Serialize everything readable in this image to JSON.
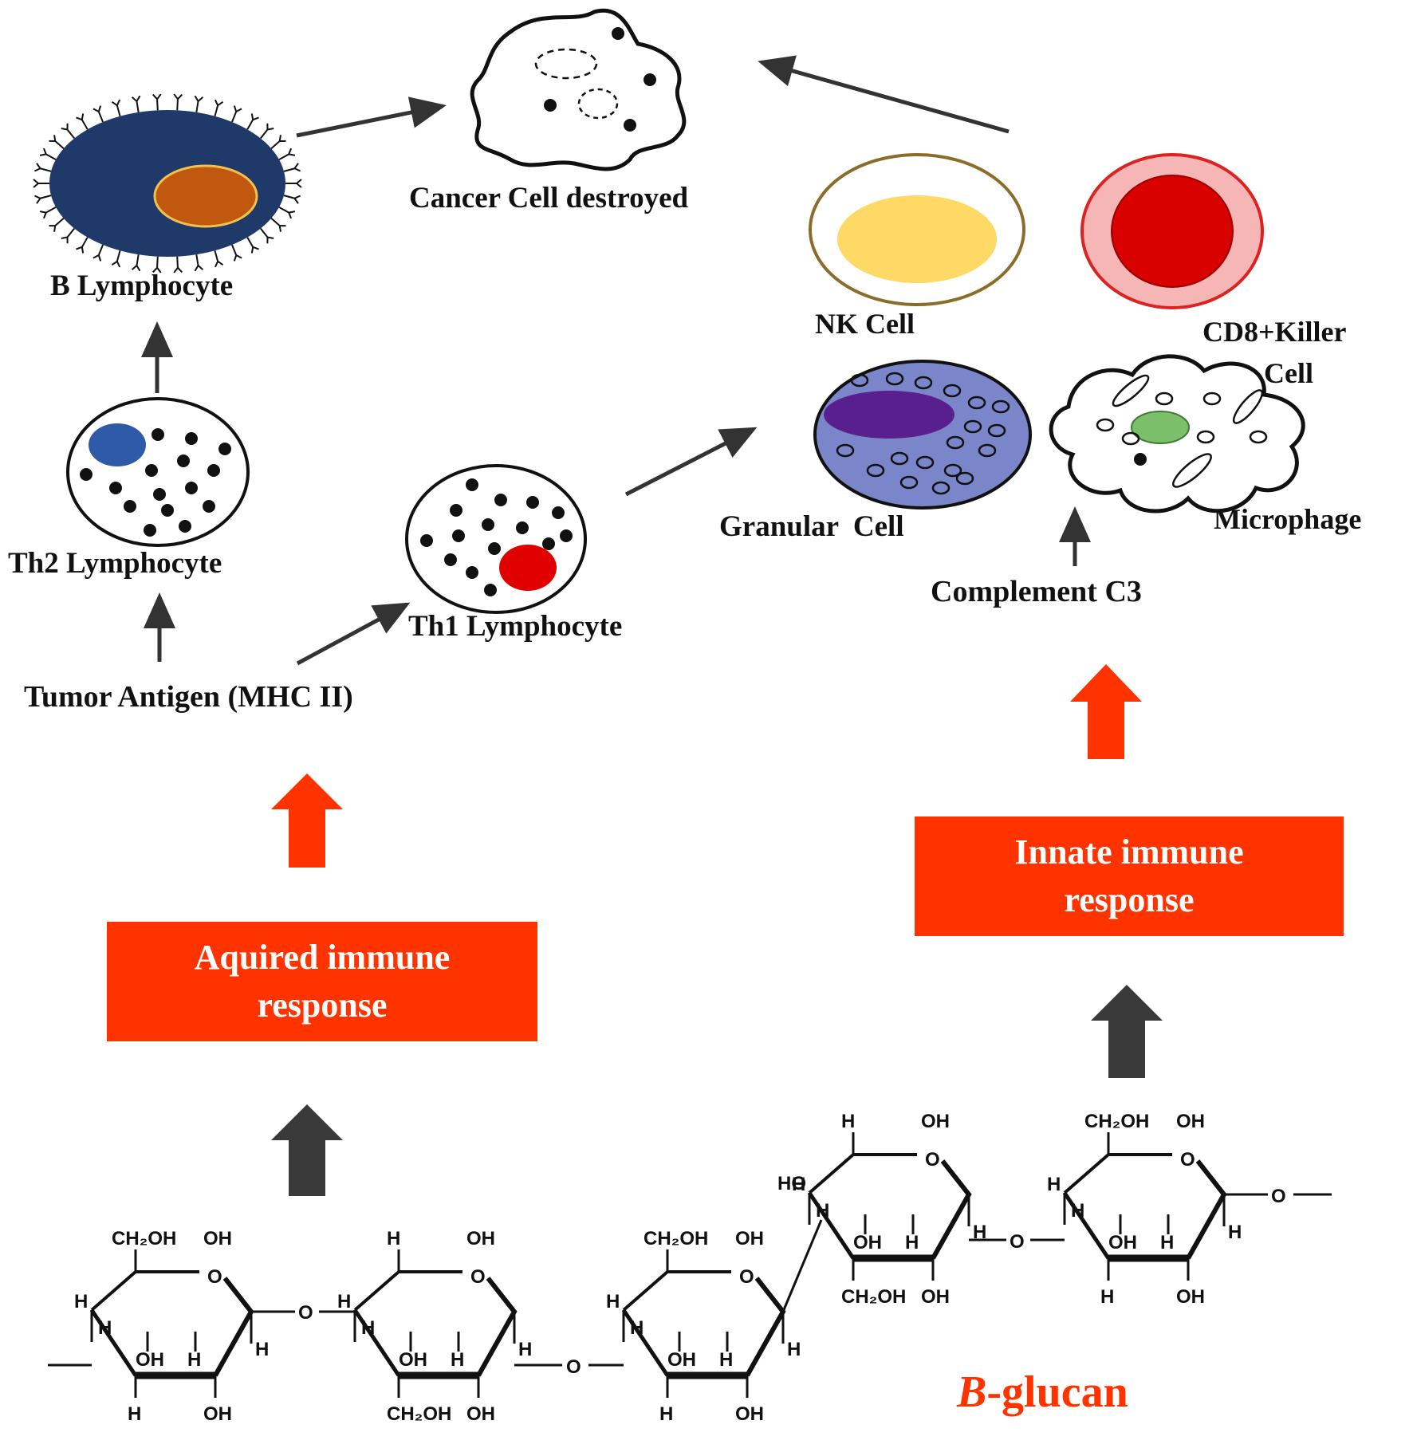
{
  "labels": {
    "cancer": "Cancer Cell destroyed",
    "b_lymph": "B Lymphocyte",
    "th2": "Th2 Lymphocyte",
    "th1": "Th1 Lymphocyte",
    "tumor": "Tumor Antigen (MHC II)",
    "nk": "NK Cell",
    "cd8_line1": "CD8+Killer",
    "cd8_line2": "Cell",
    "granular": "Granular  Cell",
    "macrophage": "Microphage",
    "complement": "Complement C3"
  },
  "boxes": {
    "acquired_line1": "Aquired immune",
    "acquired_line2": "response",
    "innate_line1": "Innate immune",
    "innate_line2": "response"
  },
  "glucan": {
    "prefix": "B",
    "suffix": "-glucan"
  },
  "chem": {
    "ch2oh": "CH₂OH",
    "oh": "OH",
    "ho": "HO",
    "h": "H",
    "o": "O"
  },
  "colors": {
    "accent": "#ff3300",
    "dark_arrow": "#3a3a3a",
    "b_cell": "#1f3a68",
    "b_nucleus": "#c0580f",
    "nk_nucleus": "#ffd966",
    "cd8_nucleus": "#d90000",
    "granular_fill": "#7b85c9",
    "granular_nucleus": "#5a1f8e"
  }
}
